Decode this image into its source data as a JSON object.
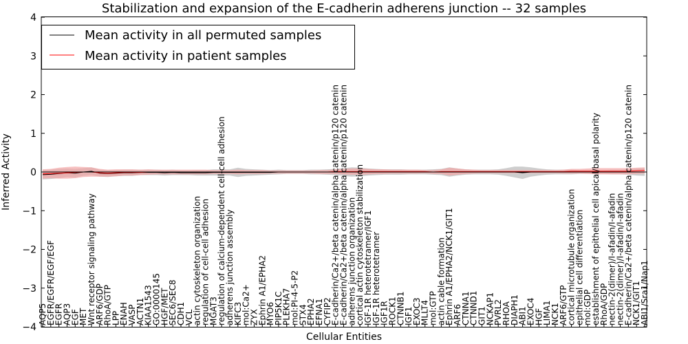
{
  "chart_data": {
    "type": "line",
    "title": "Stabilization and expansion of the E-cadherin adherens junction -- 32 samples",
    "xlabel": "Cellular Entities",
    "ylabel": "Inferred Activity",
    "ylim": [
      -4,
      4
    ],
    "yticks": [
      -4,
      -3,
      -2,
      -1,
      0,
      1,
      2,
      3,
      4
    ],
    "grid": false,
    "legend_position": "top-left",
    "categories": [
      "AQP5",
      "EGFR/EGFR/EGF/EGF",
      "EGFR",
      "AQP3",
      "EGF",
      "MET",
      "Wnt receptor signaling pathway",
      "ARF6/GDP",
      "RhoA/GTP",
      "LPP",
      "ENAH",
      "VASP",
      "ACTN1",
      "KIAA1543",
      "GO:0000145",
      "HGF/MET",
      "SEC6/SEC8",
      "CDH1",
      "VCL",
      "actin cytoskeleton organization",
      "regulation of cell-cell adhesion",
      "MGAT3",
      "regulation of calcium-dependent cell-cell adhesion",
      "adherens junction assembly",
      "KIFC3",
      "mol:Ca2+",
      "ZYX",
      "Ephrin A1/EPHA2",
      "MYO6",
      "PIP5K1C",
      "PLEKHA7",
      "mol:PI-4-5-P2",
      "STX4",
      "EPHA2",
      "EFNA1",
      "CYFIP2",
      "E-cadherin/Ca2+/beta catenin/alpha catenin/p120 catenin",
      "E-cadherin/Ca2+/beta catenin/alpha catenin/p120 catenin",
      "adherens junction organization",
      "cortical actin cytoskeleton stabilization",
      "IGF-1R heterotetramer/IGF1",
      "IGF-1R heterotetramer",
      "IGF1R",
      "ROCK1",
      "CTNNB1",
      "IGF1",
      "EXOC3",
      "MLLT4",
      "mol:GTP",
      "actin cable formation",
      "Ephrin A1/EPHA2/NCK1/GIT1",
      "ARF6",
      "CTNNA1",
      "CTNND1",
      "GIT1",
      "NCKAP1",
      "PVRL2",
      "RHOA",
      "DIAPH1",
      "ABI1",
      "EXOC4",
      "HGF",
      "LIMA1",
      "NCK1",
      "ARF6/GTP",
      "cortical microtubule organization",
      "epithelial cell differentiation",
      "mol:GDP",
      "establishment of epithelial cell apical/basal polarity",
      "RhoA/GDP",
      "nectin-2(dimer)/I-afadin/I-afadin",
      "nectin-2(dimer)/I-afadin/I-afadin",
      "E-cadherin/Ca2+/beta catenin/alpha catenin/p120 catenin",
      "NCK1/GIT1",
      "ABI1/Sra1/Nap1"
    ],
    "series": [
      {
        "name": "Mean activity in all permuted samples",
        "color": "#000000",
        "band_color": "#bdbdbd",
        "values": [
          -0.07,
          -0.06,
          -0.04,
          -0.02,
          -0.03,
          0.0,
          0.02,
          -0.03,
          -0.04,
          -0.03,
          -0.02,
          -0.02,
          -0.01,
          -0.01,
          -0.01,
          -0.02,
          -0.01,
          -0.02,
          -0.02,
          -0.02,
          -0.02,
          -0.01,
          -0.01,
          -0.01,
          -0.01,
          -0.01,
          -0.01,
          -0.01,
          -0.01,
          0.0,
          0.0,
          0.0,
          0.0,
          0.0,
          0.0,
          0.0,
          0.0,
          0.0,
          0.0,
          0.0,
          0.0,
          0.0,
          0.0,
          0.0,
          0.0,
          0.0,
          0.0,
          0.0,
          0.0,
          0.0,
          0.0,
          0.0,
          0.0,
          0.0,
          0.0,
          0.0,
          0.0,
          0.0,
          0.0,
          -0.02,
          0.0,
          0.0,
          0.0,
          0.0,
          0.0,
          0.0,
          0.0,
          0.0,
          0.0,
          0.0,
          0.0,
          0.0,
          0.0,
          0.0,
          0.0
        ],
        "spread": [
          0.12,
          0.12,
          0.12,
          0.11,
          0.11,
          0.1,
          0.1,
          0.09,
          0.09,
          0.08,
          0.08,
          0.08,
          0.07,
          0.07,
          0.07,
          0.07,
          0.07,
          0.06,
          0.06,
          0.07,
          0.07,
          0.08,
          0.08,
          0.08,
          0.12,
          0.09,
          0.08,
          0.07,
          0.06,
          0.06,
          0.05,
          0.05,
          0.05,
          0.06,
          0.06,
          0.07,
          0.08,
          0.1,
          0.12,
          0.11,
          0.09,
          0.08,
          0.07,
          0.07,
          0.07,
          0.06,
          0.06,
          0.06,
          0.07,
          0.08,
          0.12,
          0.09,
          0.07,
          0.06,
          0.06,
          0.06,
          0.07,
          0.1,
          0.14,
          0.16,
          0.12,
          0.09,
          0.07,
          0.06,
          0.06,
          0.06,
          0.05,
          0.05,
          0.05,
          0.05,
          0.06,
          0.06,
          0.07,
          0.09,
          0.1
        ]
      },
      {
        "name": "Mean activity in patient samples",
        "color": "#ff0000",
        "band_color": "#f4a6a6",
        "values": [
          -0.05,
          -0.04,
          -0.03,
          -0.02,
          -0.01,
          0.0,
          0.0,
          -0.02,
          -0.03,
          -0.02,
          -0.01,
          -0.01,
          -0.01,
          0.0,
          0.0,
          0.0,
          0.0,
          0.0,
          0.0,
          0.0,
          0.0,
          0.0,
          0.0,
          0.0,
          0.0,
          0.0,
          0.0,
          0.0,
          0.0,
          0.0,
          0.0,
          0.0,
          0.0,
          0.0,
          0.0,
          0.0,
          0.01,
          0.01,
          0.01,
          0.01,
          0.01,
          0.01,
          0.01,
          0.01,
          0.01,
          0.01,
          0.01,
          0.01,
          0.0,
          0.01,
          0.01,
          0.01,
          0.01,
          0.01,
          0.01,
          0.01,
          0.01,
          0.01,
          0.01,
          0.01,
          0.01,
          0.01,
          0.01,
          0.01,
          0.01,
          0.02,
          0.02,
          0.02,
          0.02,
          0.02,
          0.02,
          0.02,
          0.02,
          0.03,
          0.04
        ],
        "spread": [
          0.12,
          0.12,
          0.14,
          0.15,
          0.15,
          0.13,
          0.12,
          0.1,
          0.09,
          0.09,
          0.08,
          0.08,
          0.07,
          0.07,
          0.06,
          0.06,
          0.06,
          0.06,
          0.06,
          0.06,
          0.06,
          0.05,
          0.05,
          0.05,
          0.06,
          0.05,
          0.05,
          0.05,
          0.04,
          0.04,
          0.04,
          0.04,
          0.04,
          0.04,
          0.05,
          0.05,
          0.06,
          0.07,
          0.08,
          0.08,
          0.07,
          0.06,
          0.06,
          0.05,
          0.05,
          0.05,
          0.05,
          0.04,
          0.05,
          0.06,
          0.1,
          0.08,
          0.06,
          0.05,
          0.04,
          0.04,
          0.04,
          0.04,
          0.04,
          0.04,
          0.04,
          0.04,
          0.04,
          0.04,
          0.05,
          0.06,
          0.06,
          0.07,
          0.08,
          0.08,
          0.08,
          0.08,
          0.08,
          0.08,
          0.08
        ]
      }
    ]
  }
}
